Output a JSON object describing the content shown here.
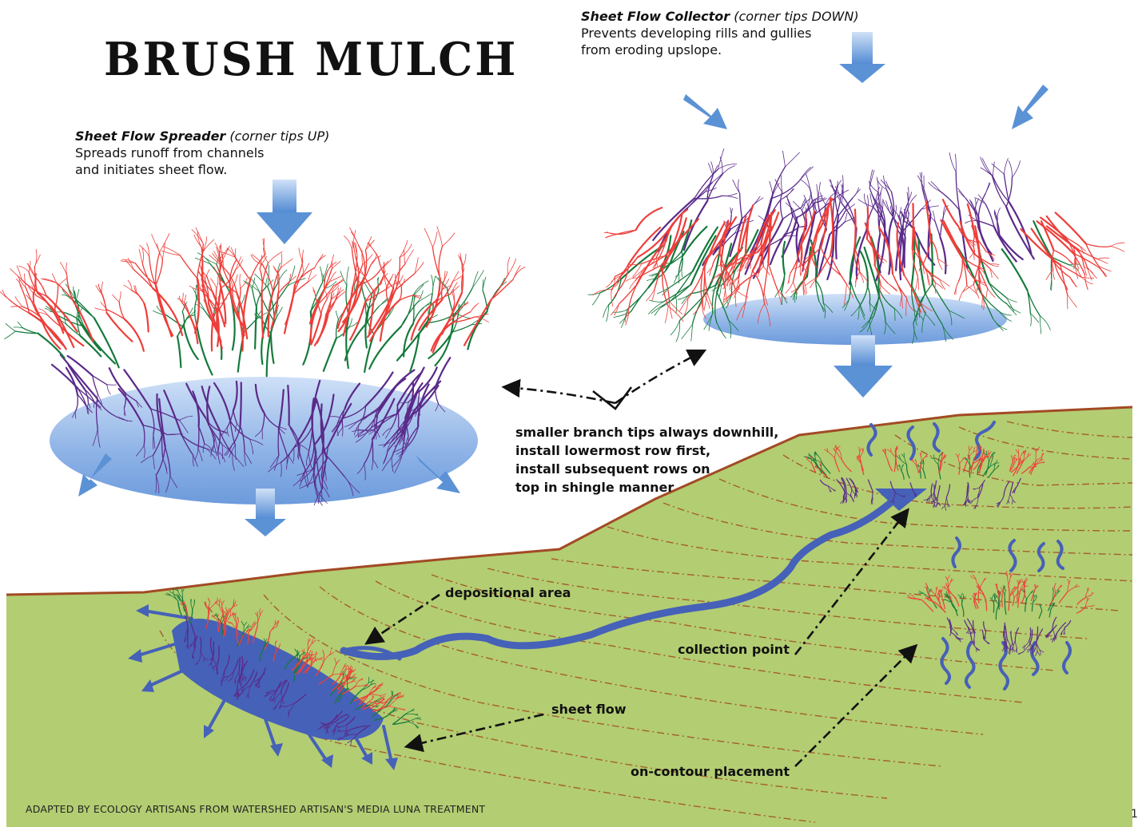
{
  "title": "BRUSH MULCH",
  "spreader": {
    "heading": "Sheet Flow Spreader",
    "qualifier": "(corner tips UP)",
    "line1": "Spreads runoff from channels",
    "line2": "and initiates sheet flow."
  },
  "collector": {
    "heading": "Sheet Flow Collector",
    "qualifier": "(corner tips DOWN)",
    "line1": "Prevents developing rills and gullies",
    "line2": "from eroding upslope."
  },
  "note": {
    "line1": "smaller branch tips always downhill,",
    "line2": "install lowermost row first,",
    "line3": "install subsequent rows on",
    "line4": "top in shingle manner"
  },
  "labels": {
    "depositional": "depositional area",
    "collection": "collection point",
    "sheet_flow": "sheet flow",
    "contour": "on-contour placement"
  },
  "credit": "ADAPTED BY ECOLOGY ARTISANS FROM WATERSHED ARTISAN'S MEDIA LUNA TREATMENT",
  "page_number": "1",
  "colors": {
    "ground": "#b3cd72",
    "ground_edge": "#a24a24",
    "contour": "#a24a24",
    "water": "#4661b8",
    "branch_red": "#ee3e3a",
    "branch_green": "#157a3c",
    "branch_purple": "#5a2a8a",
    "arrow_blue": "#5b92d6",
    "pool": "#8db2e6"
  }
}
